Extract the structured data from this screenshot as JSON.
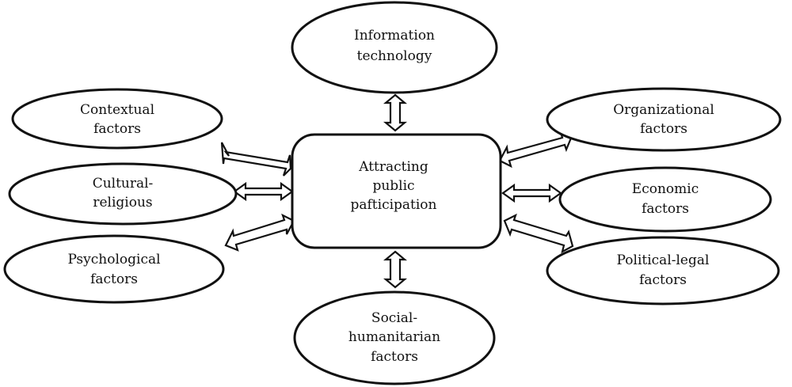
{
  "center": {
    "lines": [
      "Attracting",
      "public",
      "pafticipation"
    ]
  },
  "factors": {
    "information_technology": [
      "Information",
      "technology"
    ],
    "contextual": [
      "Contextual",
      "factors"
    ],
    "cultural_religious": [
      "Cultural-",
      "religious"
    ],
    "psychological": [
      "Psychological",
      "factors"
    ],
    "social_humanitarian": [
      "Social-",
      "humanitarian",
      "factors"
    ],
    "organizational": [
      "Organizational",
      "factors"
    ],
    "economic": [
      "Economic",
      "factors"
    ],
    "political_legal": [
      "Political-legal",
      "factors"
    ]
  },
  "colors": {
    "stroke": "#111111",
    "fill": "#ffffff"
  }
}
